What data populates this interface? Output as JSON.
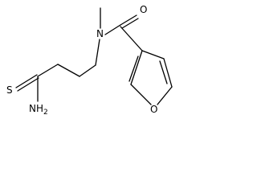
{
  "molecule": {
    "atoms": {
      "sulfur": "S",
      "amine": "NH2",
      "amine_main": "NH",
      "amine_subscript": "2",
      "amide_nitrogen": "N",
      "carbonyl_oxygen": "O",
      "furan_oxygen": "O"
    },
    "colors": {
      "line": "#000000",
      "background": "#ffffff"
    }
  }
}
